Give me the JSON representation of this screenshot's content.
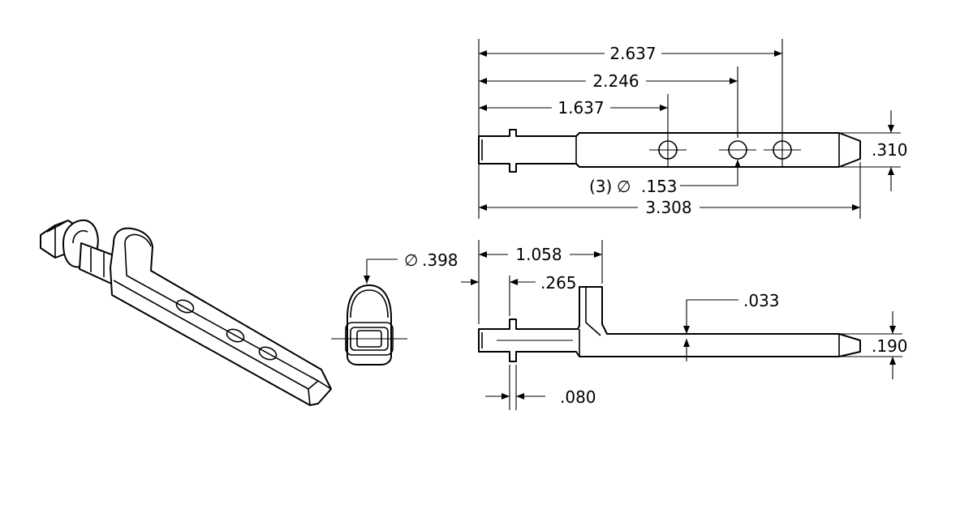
{
  "dimensions": {
    "top_view": {
      "length_hole_3": "2.637",
      "length_hole_2": "2.246",
      "length_hole_1": "1.637",
      "width": ".310",
      "holes_callout_qty": "(3)",
      "holes_callout_symbol": "∅",
      "holes_callout_dia": ".153",
      "overall_length": "3.308"
    },
    "end_view": {
      "diameter_symbol": "∅",
      "diameter": ".398"
    },
    "side_view": {
      "to_riser": "1.058",
      "to_flange": ".265",
      "flange_thickness": ".080",
      "step_height": ".033",
      "thickness": ".190"
    }
  },
  "icons": {
    "arrowheads": "filled-triangle",
    "diameter_symbol": "circle-slash"
  }
}
